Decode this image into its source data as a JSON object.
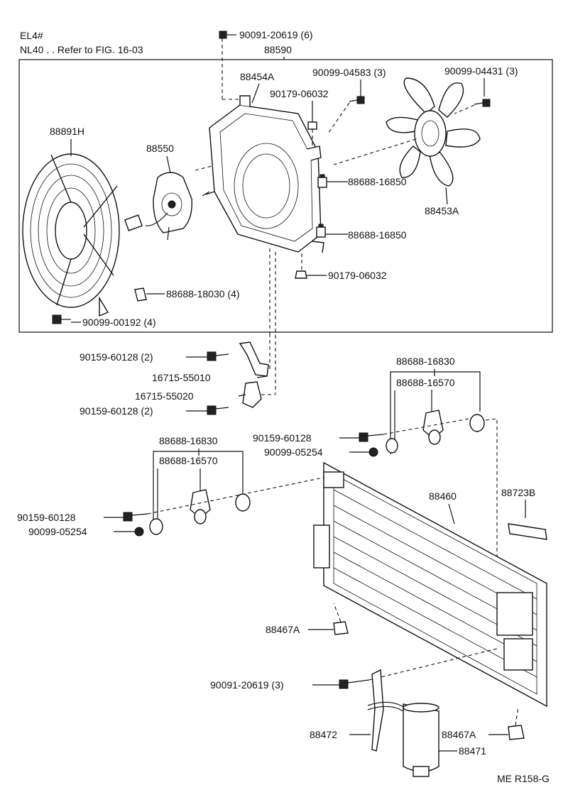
{
  "header": {
    "line1": "EL4#",
    "line2": "NL40 . . Refer to FIG. 16-03"
  },
  "top_callout": "90091-20619 (6)",
  "group_label": "88590",
  "labels": {
    "shroud": "88454A",
    "bolt_a": "90099-04583 (3)",
    "bolt_b": "90099-04431 (3)",
    "nut_top": "90179-06032",
    "guard": "88891H",
    "motor": "88550",
    "grommet_upper": "88688-16850",
    "grommet_lower": "88688-16850",
    "fan": "88453A",
    "nut_bottom": "90179-06032",
    "clip": "88688-18030 (4)",
    "screw_bottom": "90099-00192 (4)",
    "bolt_br1": "90159-60128 (2)",
    "bracket1": "16715-55010",
    "bracket2": "16715-55020",
    "bolt_br2": "90159-60128 (2)",
    "r_cushion_1": "88688-16830",
    "r_cushion_2": "88688-16570",
    "r_bolt": "90159-60128",
    "r_washer": "90099-05254",
    "l_cushion_1": "88688-16830",
    "l_cushion_2": "88688-16570",
    "l_bolt": "90159-60128",
    "l_washer": "90099-05254",
    "condenser": "88460",
    "seal": "88723B",
    "mount_left": "88467A",
    "bolt_bottom": "90091-20619 (3)",
    "bracket_dryer": "88472",
    "mount_right": "88467A",
    "dryer": "88471"
  },
  "footer_code": "ME R158-G"
}
